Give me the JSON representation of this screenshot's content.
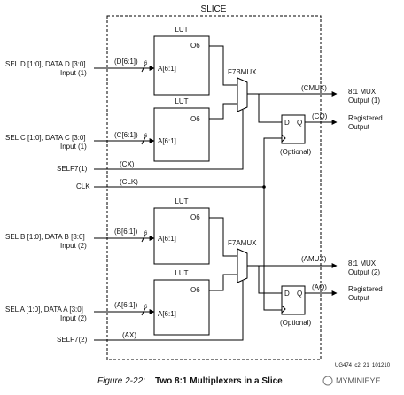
{
  "slice_title": "SLICE",
  "lut_label": "LUT",
  "o6": "O6",
  "a_in": "A[6:1]",
  "bus_width": "6",
  "f7b": "F7BMUX",
  "f7a": "F7AMUX",
  "ff_d": "D",
  "ff_q": "Q",
  "optional": "(Optional)",
  "inputs": {
    "d1": "SEL D [1:0], DATA D [3:0]",
    "d2": "Input (1)",
    "c1": "SEL C [1:0], DATA C [3:0]",
    "c2": "Input (1)",
    "b1": "SEL B [1:0], DATA B [3:0]",
    "b2": "Input (2)",
    "a1": "SEL A [1:0], DATA A [3:0]",
    "a2": "Input (2)",
    "self7_1": "SELF7(1)",
    "clk": "CLK",
    "self7_2": "SELF7(2)"
  },
  "nets": {
    "d": "(D[6:1])",
    "c": "(C[6:1])",
    "b": "(B[6:1])",
    "a": "(A[6:1])",
    "cx": "(CX)",
    "clk": "(CLK)",
    "ax": "(AX)",
    "cmux": "(CMUX)",
    "cq": "(CQ)",
    "amux": "(AMUX)",
    "aq": "(AQ)"
  },
  "outputs": {
    "mux1_a": "8:1 MUX",
    "mux1_b": "Output (1)",
    "reg1_a": "Registered",
    "reg1_b": "Output",
    "mux2_a": "8:1 MUX",
    "mux2_b": "Output (2)",
    "reg2_a": "Registered",
    "reg2_b": "Output"
  },
  "doc_id": "UG474_c2_21_101210",
  "caption": {
    "figure": "Figure 2-22:",
    "title": "Two 8:1 Multiplexers in a Slice"
  },
  "watermark": "MYMINIEYE"
}
